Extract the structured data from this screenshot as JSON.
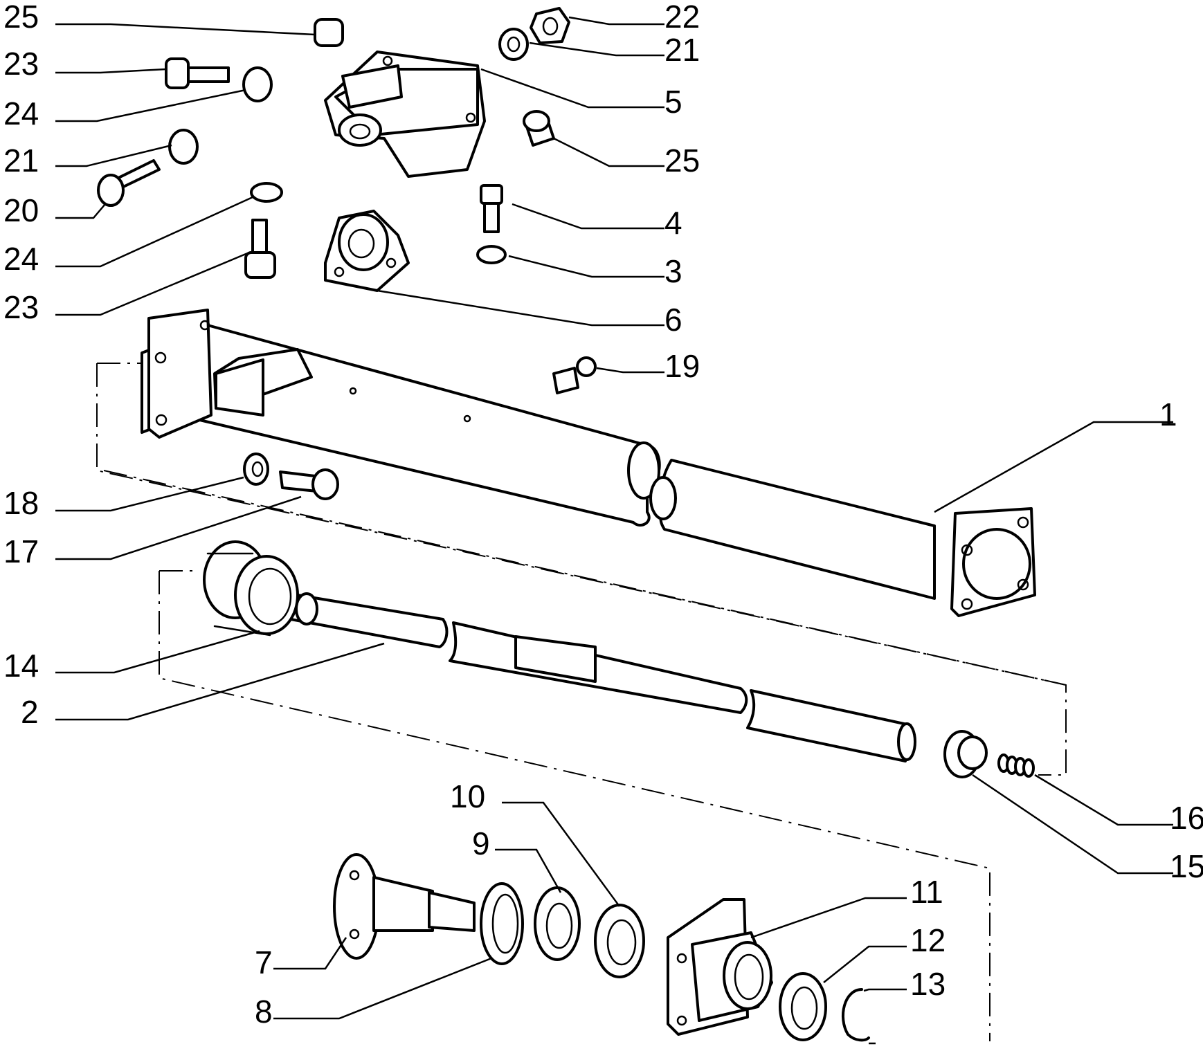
{
  "diagram": {
    "colors": {
      "ink": "#000000",
      "paper": "#ffffff"
    },
    "callouts": [
      {
        "id": "c1",
        "text": "1"
      },
      {
        "id": "c2",
        "text": "2"
      },
      {
        "id": "c3",
        "text": "3"
      },
      {
        "id": "c4",
        "text": "4"
      },
      {
        "id": "c5",
        "text": "5"
      },
      {
        "id": "c6",
        "text": "6"
      },
      {
        "id": "c7",
        "text": "7"
      },
      {
        "id": "c8",
        "text": "8"
      },
      {
        "id": "c9",
        "text": "9"
      },
      {
        "id": "c10",
        "text": "10"
      },
      {
        "id": "c11",
        "text": "11"
      },
      {
        "id": "c12",
        "text": "12"
      },
      {
        "id": "c13",
        "text": "13"
      },
      {
        "id": "c14",
        "text": "14"
      },
      {
        "id": "c15",
        "text": "15"
      },
      {
        "id": "c16",
        "text": "16"
      },
      {
        "id": "c17",
        "text": "17"
      },
      {
        "id": "c18",
        "text": "18"
      },
      {
        "id": "c19",
        "text": "19"
      },
      {
        "id": "c20",
        "text": "20"
      },
      {
        "id": "c21a",
        "text": "21"
      },
      {
        "id": "c21b",
        "text": "21"
      },
      {
        "id": "c22",
        "text": "22"
      },
      {
        "id": "c23a",
        "text": "23"
      },
      {
        "id": "c23b",
        "text": "23"
      },
      {
        "id": "c24a",
        "text": "24"
      },
      {
        "id": "c24b",
        "text": "24"
      },
      {
        "id": "c25a",
        "text": "25"
      },
      {
        "id": "c25b",
        "text": "25"
      }
    ]
  }
}
